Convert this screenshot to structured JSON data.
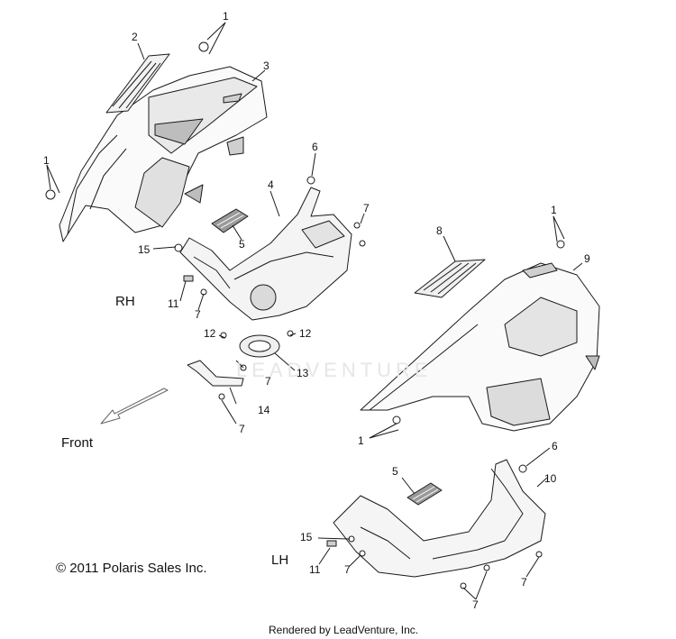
{
  "labels": {
    "c1a": "1",
    "c2": "2",
    "c3": "3",
    "c1b": "1",
    "c6a": "6",
    "c4": "4",
    "c7a": "7",
    "c1c": "1",
    "c8": "8",
    "c9": "9",
    "c15a": "15",
    "c5a": "5",
    "c11a": "11",
    "c7b": "7",
    "c12a": "12",
    "c12b": "12",
    "c13": "13",
    "c7c": "7",
    "c14": "14",
    "c7d": "7",
    "c1d": "1",
    "c6b": "6",
    "c5b": "5",
    "c10": "10",
    "c15b": "15",
    "c11b": "11",
    "c7e": "7",
    "c7f": "7",
    "c7g": "7"
  },
  "side_labels": {
    "rh": "RH",
    "lh": "LH",
    "front": "Front"
  },
  "copyright": "© 2011 Polaris Sales Inc.",
  "rendered_by": "Rendered by LeadVenture, Inc.",
  "watermark": "LEADVENTURE",
  "colors": {
    "line": "#1a1a1a",
    "shade": "#bdbdbd",
    "light": "#e9e9e9",
    "watermark": "#e6e6e6"
  }
}
